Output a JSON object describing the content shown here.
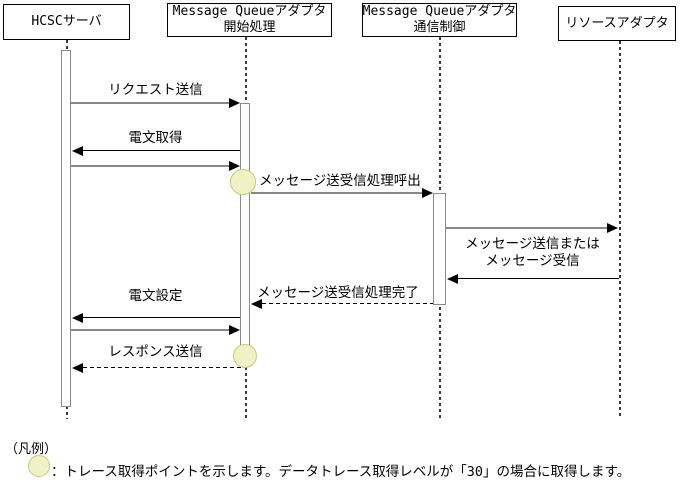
{
  "lifelines": [
    {
      "name": "HCSCサーバ",
      "name2": ""
    },
    {
      "name": "Message Queueアダプタ",
      "name2": "開始処理"
    },
    {
      "name": "Message Queueアダプタ",
      "name2": "通信制御"
    },
    {
      "name": "リソースアダプタ",
      "name2": ""
    }
  ],
  "messages": {
    "request_send": "リクエスト送信",
    "telegram_get": "電文取得",
    "msg_proc_call": "メッセージ送受信処理呼出",
    "msg_send_or": "メッセージ送信または",
    "msg_recv": "メッセージ受信",
    "msg_proc_done": "メッセージ送受信処理完了",
    "telegram_set": "電文設定",
    "response_send": "レスポンス送信"
  },
  "legend": {
    "title": "（凡例）",
    "description": "：トレース取得ポイントを示します。データトレース取得レベルが「30」の場合に取得します。"
  },
  "colors": {
    "trace_fill": "#f1f1c6",
    "trace_border": "#c9c97e",
    "arrow_right": "#888888",
    "arrow_left": "#000000",
    "box_border": "#000000",
    "lifeline": "#3a3a3a",
    "activation_border": "#8a8a8a"
  }
}
